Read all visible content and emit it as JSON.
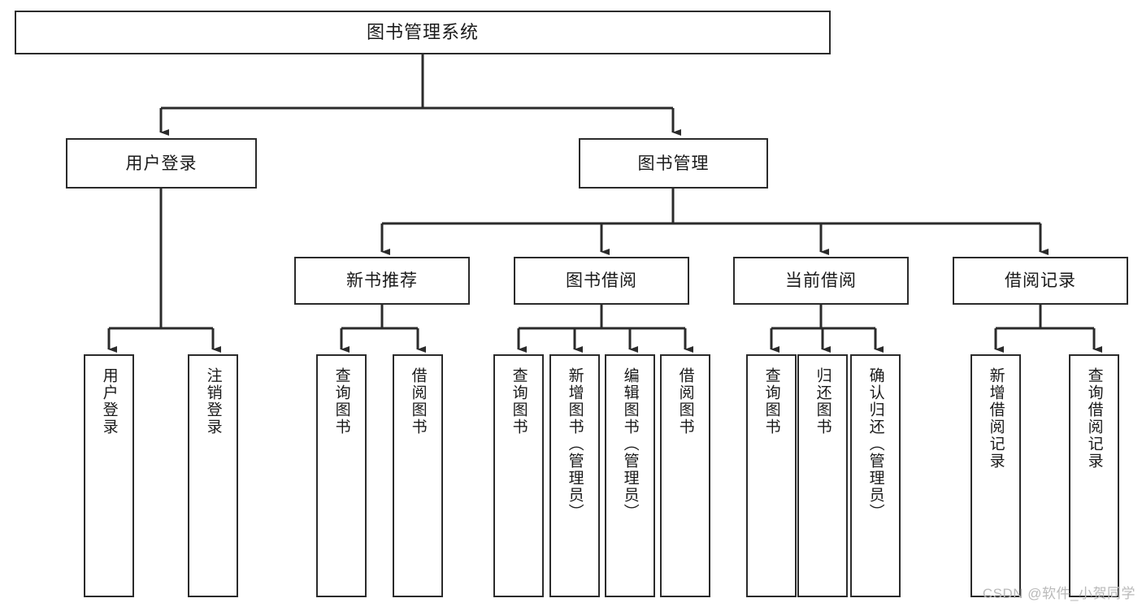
{
  "diagram": {
    "type": "tree",
    "title": "图书管理系统",
    "orientation": "top-down",
    "colors": {
      "box_border": "#2b2b2b",
      "box_fill": "#ffffff",
      "connector": "#2b2b2b",
      "text": "#1a1a1a",
      "watermark": "#b9b9b9",
      "background": "#ffffff"
    },
    "root": {
      "label": "图书管理系统"
    },
    "level2": [
      {
        "label": "用户登录"
      },
      {
        "label": "图书管理"
      }
    ],
    "level3": [
      {
        "label": "新书推荐"
      },
      {
        "label": "图书借阅"
      },
      {
        "label": "当前借阅"
      },
      {
        "label": "借阅记录"
      }
    ],
    "leaves": {
      "user_login": [
        {
          "label": "用户登录"
        },
        {
          "label": "注销登录"
        }
      ],
      "new_book_recommend": [
        {
          "label": "查询图书"
        },
        {
          "label": "借阅图书"
        }
      ],
      "book_borrow": [
        {
          "label": "查询图书"
        },
        {
          "label": "新增图书（管理员）"
        },
        {
          "label": "编辑图书（管理员）"
        },
        {
          "label": "借阅图书"
        }
      ],
      "current_borrow": [
        {
          "label": "查询图书"
        },
        {
          "label": "归还图书"
        },
        {
          "label": "确认归还（管理员）"
        }
      ],
      "borrow_record": [
        {
          "label": "新增借阅记录"
        },
        {
          "label": "查询借阅记录"
        }
      ]
    }
  },
  "watermark": {
    "text": "CSDN @软件_小贺同学"
  }
}
